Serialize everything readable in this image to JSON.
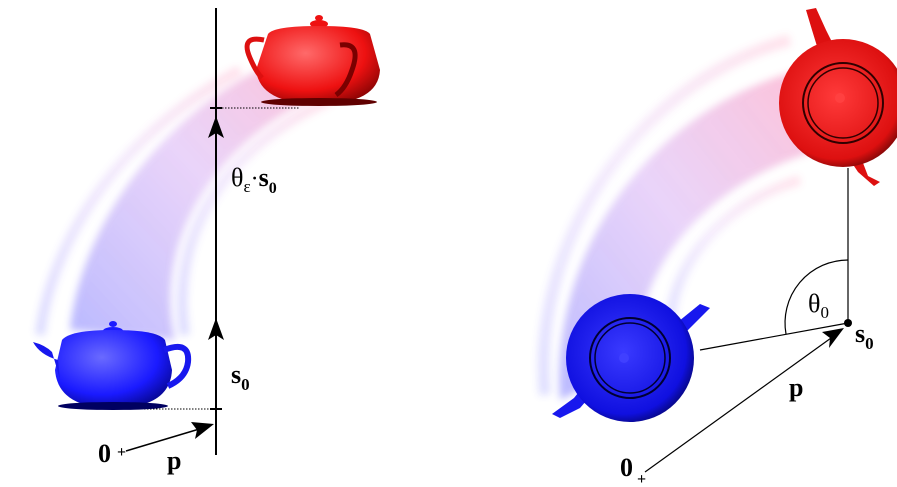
{
  "left_panel": {
    "label_theta": "θ",
    "label_theta_sub": "ε",
    "label_dot": "·",
    "label_s0_in_theta": "s",
    "label_s0_in_theta_sub": "0",
    "label_s0": "s",
    "label_s0_sub": "0",
    "label_origin": "0",
    "label_p": "p"
  },
  "right_panel": {
    "label_theta": "θ",
    "label_theta_sub": "0",
    "label_s0": "s",
    "label_s0_sub": "0",
    "label_origin": "0",
    "label_p": "p"
  },
  "colors": {
    "start_object": "#1a1aff",
    "end_object": "#ff1a1a",
    "motion_trail": "#c080f0",
    "lines": "#000000"
  },
  "icons": {
    "start_object": "blue-teapot-icon",
    "end_object": "red-teapot-icon"
  }
}
